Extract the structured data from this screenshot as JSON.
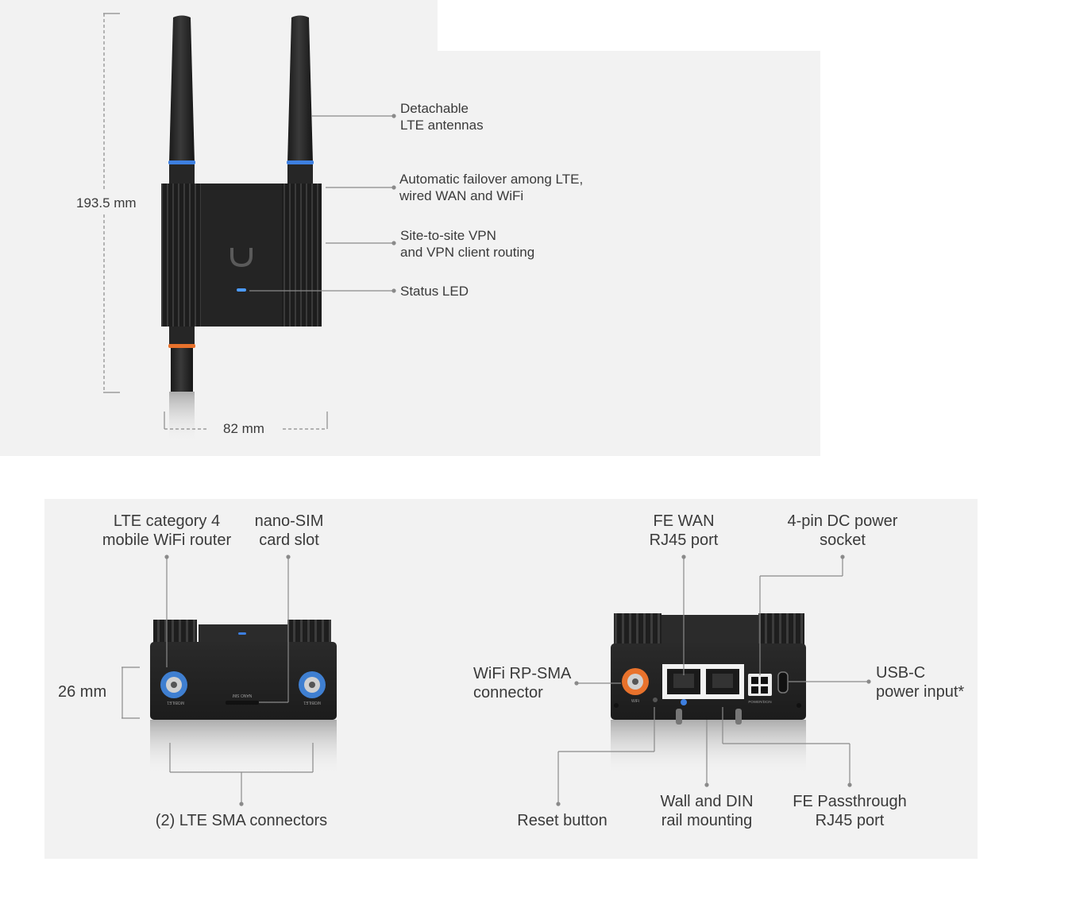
{
  "top": {
    "height_dimension": "193.5 mm",
    "width_dimension": "82 mm",
    "callouts": {
      "antennas": [
        "Detachable",
        "LTE antennas"
      ],
      "failover": [
        "Automatic failover among LTE,",
        "wired WAN and WiFi"
      ],
      "vpn": [
        "Site-to-site VPN",
        "and VPN client routing"
      ],
      "status_led": "Status LED"
    }
  },
  "bottom_left": {
    "height_dimension": "26 mm",
    "callouts": {
      "router": [
        "LTE category 4",
        "mobile WiFi router"
      ],
      "sim": [
        "nano-SIM",
        "card slot"
      ],
      "sma": "(2) LTE SMA connectors"
    },
    "device_text": {
      "left_port": "MOBILE1",
      "slot": "NANO SIM",
      "right_port": "MOBILE1"
    }
  },
  "bottom_right": {
    "callouts": {
      "fe_wan": [
        "FE WAN",
        "RJ45 port"
      ],
      "dc_power": [
        "4-pin DC power",
        "socket"
      ],
      "wifi_sma": [
        "WiFi RP-SMA",
        "connector"
      ],
      "usb_c": [
        "USB-C",
        "power input*"
      ],
      "reset": "Reset button",
      "mounting": [
        "Wall and DIN",
        "rail mounting"
      ],
      "passthrough": [
        "FE Passthrough",
        "RJ45 port"
      ]
    },
    "device_text": {
      "wifi": "WiFi",
      "power": "POWER/DCIN"
    }
  },
  "colors": {
    "panel": "#f2f2f2",
    "device": "#222222",
    "accent_blue": "#3d7fe0",
    "accent_orange": "#e8722c",
    "line": "#8a8a8a"
  }
}
